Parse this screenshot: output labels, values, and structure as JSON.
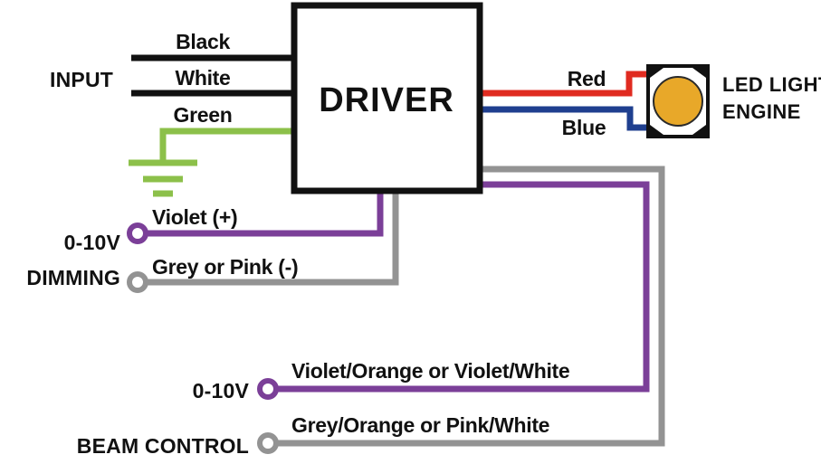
{
  "diagram": {
    "title": "DRIVER",
    "colors": {
      "black": "#111111",
      "white_wire": "#111111",
      "green": "#8CC04A",
      "red": "#E02B20",
      "blue": "#1F3F8F",
      "violet": "#7B3F98",
      "grey": "#939393",
      "led_amber": "#E8A829",
      "background": "#FFFFFF"
    },
    "groups": {
      "input": "INPUT",
      "dimming_line1": "0-10V",
      "dimming_line2": "DIMMING",
      "beam_line1": "0-10V",
      "beam_line2": "BEAM CONTROL",
      "engine_line1": "LED LIGHT",
      "engine_line2": "ENGINE"
    },
    "wires": [
      {
        "name": "black",
        "label": "Black",
        "color": "#111111"
      },
      {
        "name": "white",
        "label": "White",
        "color": "#111111"
      },
      {
        "name": "green",
        "label": "Green",
        "color": "#8CC04A"
      },
      {
        "name": "red",
        "label": "Red",
        "color": "#E02B20"
      },
      {
        "name": "blue",
        "label": "Blue",
        "color": "#1F3F8F"
      },
      {
        "name": "dim-positive",
        "label": "Violet (+)",
        "color": "#7B3F98"
      },
      {
        "name": "dim-negative",
        "label": "Grey or Pink (-)",
        "color": "#939393"
      },
      {
        "name": "beam-positive",
        "label": "Violet/Orange or Violet/White",
        "color": "#7B3F98"
      },
      {
        "name": "beam-negative",
        "label": "Grey/Orange or Pink/White",
        "color": "#939393"
      }
    ]
  }
}
